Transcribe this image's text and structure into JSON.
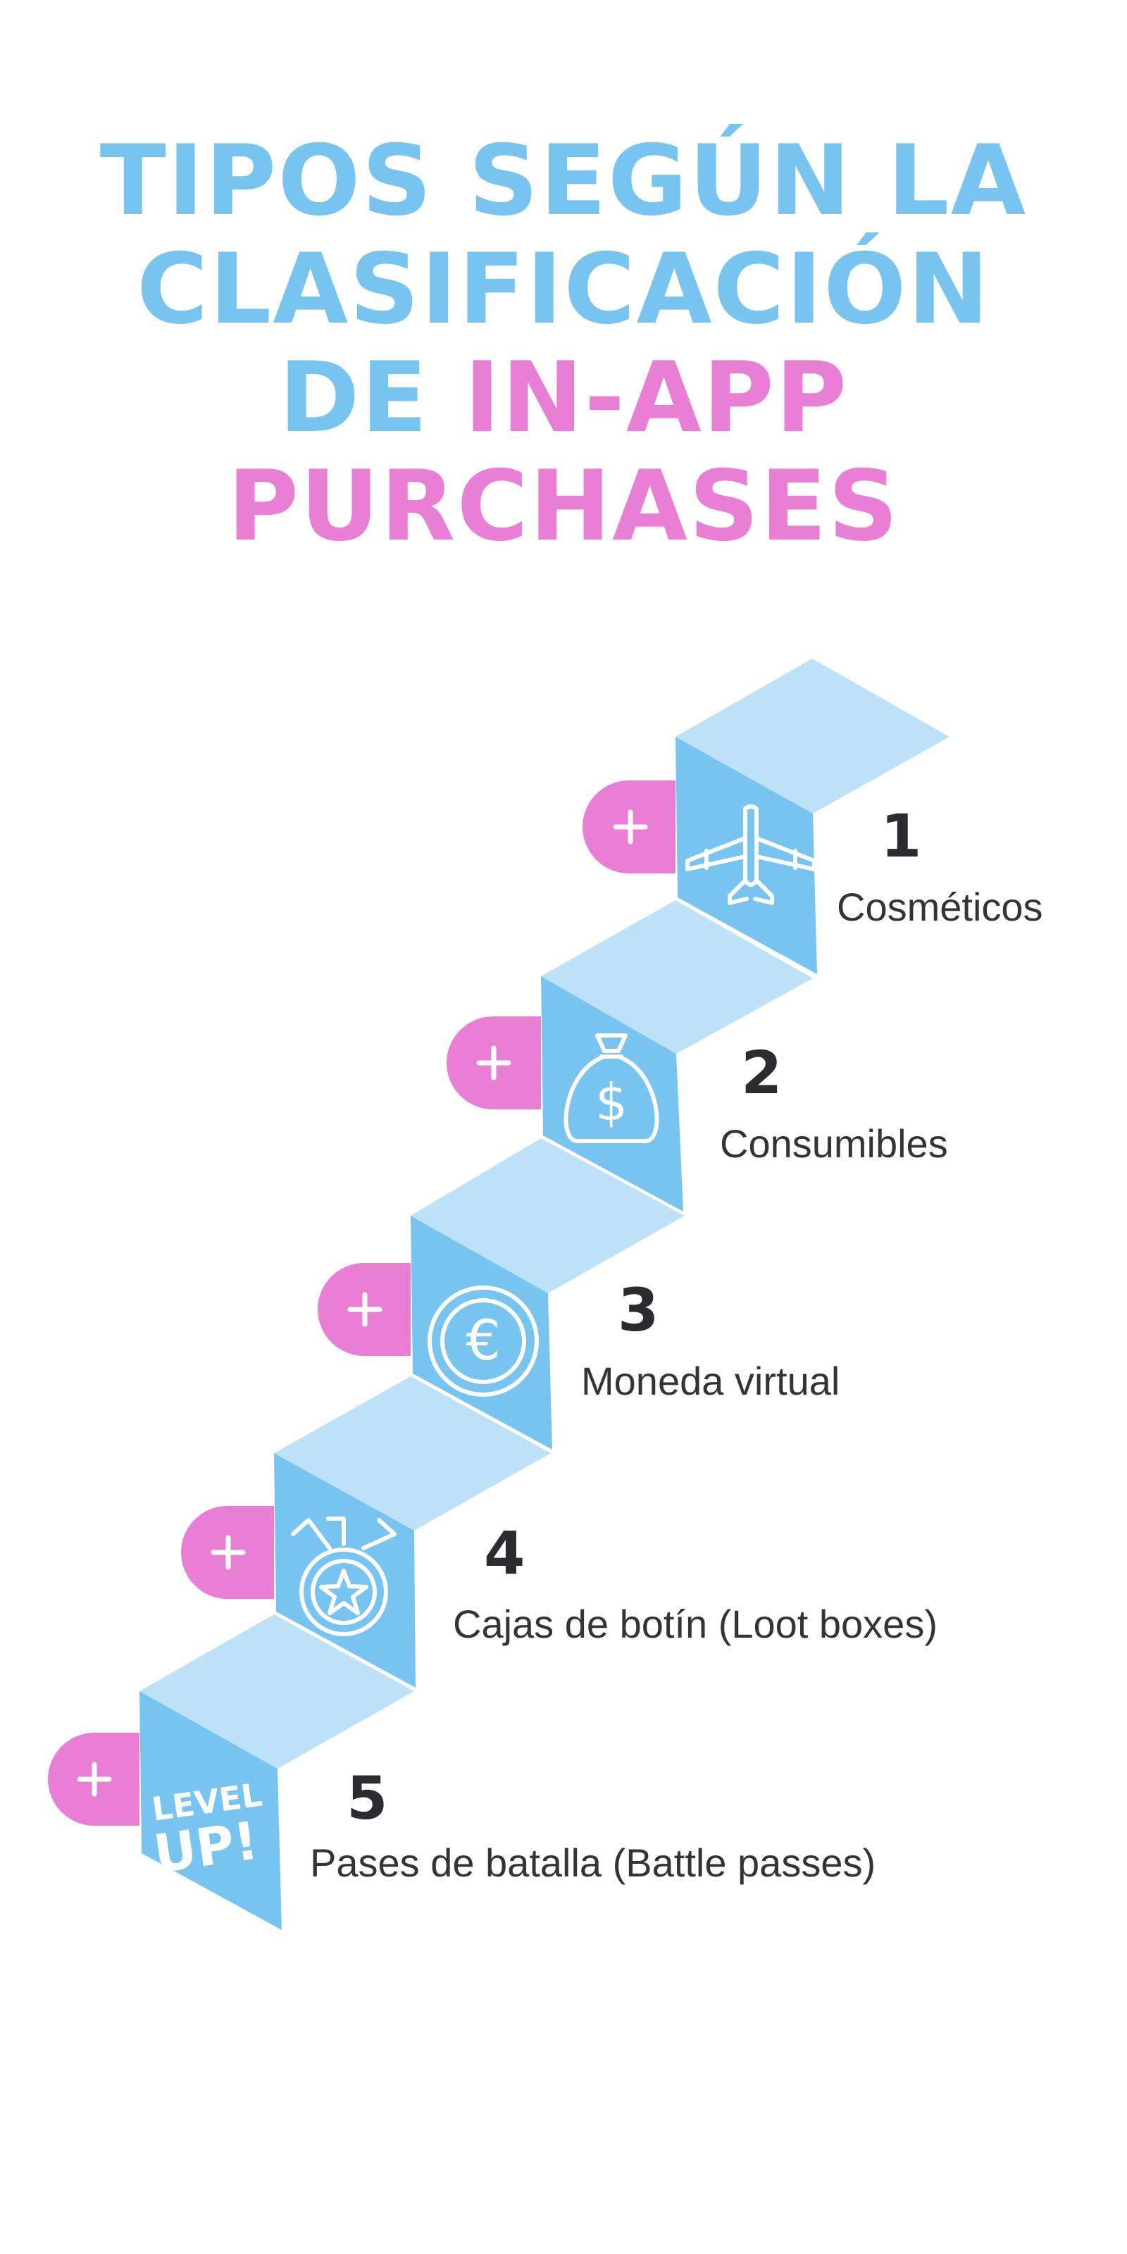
{
  "title": {
    "line1": "TIPOS SEGÚN LA",
    "line2": "CLASIFICACIÓN",
    "line3_a": "DE ",
    "line3_b": "IN-APP",
    "line4": "PURCHASES"
  },
  "colors": {
    "title_blue": "#78c4f0",
    "title_pink": "#e87fd4",
    "stair_top": "#bde2f7",
    "stair_riser": "#78c4f0",
    "tab_pink": "#e87fd4",
    "text_dark": "#333338"
  },
  "steps": [
    {
      "number": "1",
      "label": "Cosméticos",
      "icon": "airplane-icon"
    },
    {
      "number": "2",
      "label": "Consumibles",
      "icon": "money-bag-icon"
    },
    {
      "number": "3",
      "label": "Moneda virtual",
      "icon": "euro-coin-icon"
    },
    {
      "number": "4",
      "label": "Cajas de botín (Loot boxes)",
      "icon": "medal-icon"
    },
    {
      "number": "5",
      "label": "Pases de batalla (Battle passes)",
      "icon": "level-up-icon",
      "icon_text_top": "LEVEL",
      "icon_text_bottom": "UP!"
    }
  ]
}
